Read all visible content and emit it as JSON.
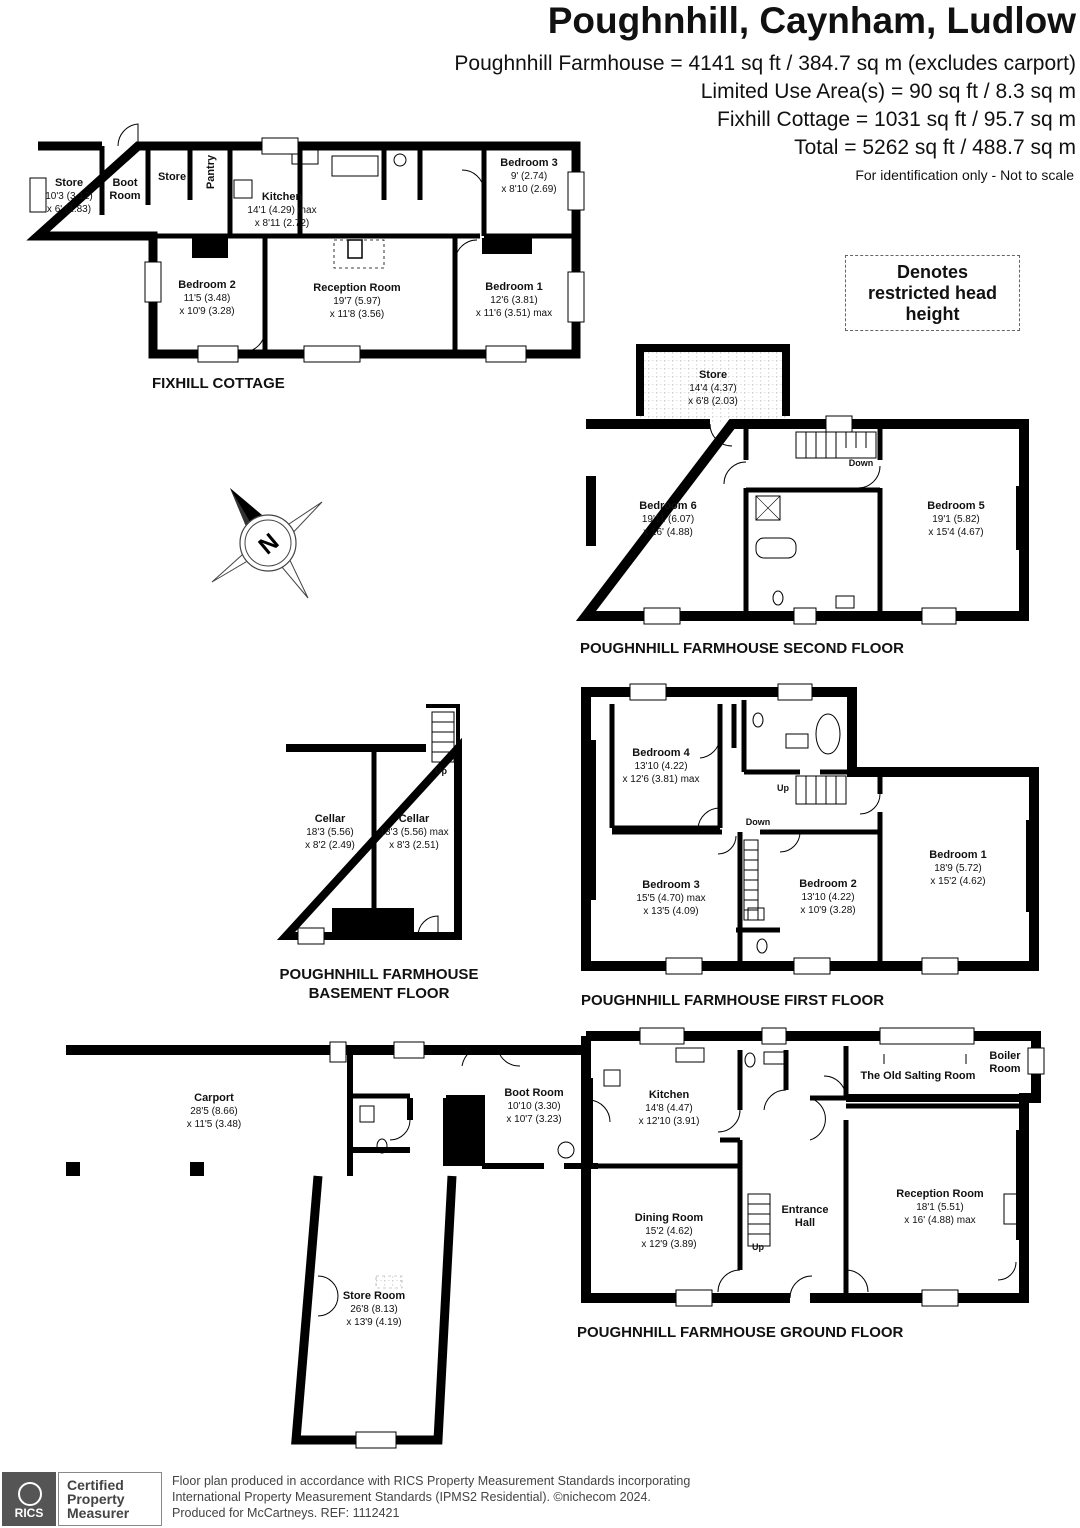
{
  "header": {
    "title": "Poughnhill, Caynham, Ludlow",
    "areas": [
      "Poughnhill Farmhouse = 4141 sq ft / 384.7 sq m (excludes carport)",
      "Limited Use Area(s) = 90 sq ft / 8.3 sq m",
      "Fixhill Cottage = 1031 sq ft / 95.7 sq m",
      "Total = 5262 sq ft / 488.7 sq m"
    ],
    "note": "For identification only - Not to scale"
  },
  "legend": {
    "text": "Denotes restricted head height"
  },
  "compass": {
    "letter": "N"
  },
  "plans": {
    "cottage": {
      "title": "FIXHILL COTTAGE",
      "rooms": {
        "store1": [
          "Store",
          "10'3 (3.12)",
          "x 6' (1.83)"
        ],
        "boot": [
          "Boot",
          "Room"
        ],
        "store2": [
          "Store"
        ],
        "pantry": [
          "Pantry"
        ],
        "kitchen": [
          "Kitchen",
          "14'1 (4.29) max",
          "x 8'11 (2.72)"
        ],
        "bed3": [
          "Bedroom 3",
          "9' (2.74)",
          "x 8'10 (2.69)"
        ],
        "bed2": [
          "Bedroom 2",
          "11'5 (3.48)",
          "x 10'9 (3.28)"
        ],
        "reception": [
          "Reception Room",
          "19'7 (5.97)",
          "x 11'8 (3.56)"
        ],
        "bed1": [
          "Bedroom 1",
          "12'6 (3.81)",
          "x 11'6 (3.51) max"
        ]
      }
    },
    "second": {
      "title": "POUGHNHILL FARMHOUSE SECOND FLOOR",
      "rooms": {
        "store": [
          "Store",
          "14'4 (4.37)",
          "x 6'8 (2.03)"
        ],
        "bed6": [
          "Bedroom 6",
          "19'11 (6.07)",
          "x 16' (4.88)"
        ],
        "bed5": [
          "Bedroom 5",
          "19'1 (5.82)",
          "x 15'4 (4.67)"
        ]
      },
      "down": "Down"
    },
    "basement": {
      "title": "POUGHNHILL FARMHOUSE",
      "title2": "BASEMENT FLOOR",
      "rooms": {
        "cellar1": [
          "Cellar",
          "18'3 (5.56)",
          "x 8'2 (2.49)"
        ],
        "cellar2": [
          "Cellar",
          "18'3 (5.56) max",
          "x 8'3 (2.51)"
        ]
      },
      "up": "Up"
    },
    "first": {
      "title": "POUGHNHILL FARMHOUSE FIRST FLOOR",
      "rooms": {
        "bed4": [
          "Bedroom 4",
          "13'10 (4.22)",
          "x 12'6 (3.81) max"
        ],
        "bed1": [
          "Bedroom 1",
          "18'9 (5.72)",
          "x 15'2 (4.62)"
        ],
        "bed3": [
          "Bedroom 3",
          "15'5 (4.70) max",
          "x 13'5 (4.09)"
        ],
        "bed2": [
          "Bedroom 2",
          "13'10 (4.22)",
          "x 10'9 (3.28)"
        ]
      },
      "up": "Up",
      "down": "Down"
    },
    "ground": {
      "title": "POUGHNHILL FARMHOUSE GROUND FLOOR",
      "rooms": {
        "carport": [
          "Carport",
          "28'5 (8.66)",
          "x 11'5 (3.48)"
        ],
        "boot": [
          "Boot Room",
          "10'10 (3.30)",
          "x 10'7 (3.23)"
        ],
        "kitchen": [
          "Kitchen",
          "14'8 (4.47)",
          "x 12'10 (3.91)"
        ],
        "salting": [
          "The Old Salting Room"
        ],
        "boiler": [
          "Boiler",
          "Room"
        ],
        "dining": [
          "Dining Room",
          "15'2 (4.62)",
          "x 12'9 (3.89)"
        ],
        "entrance": [
          "Entrance",
          "Hall"
        ],
        "reception": [
          "Reception Room",
          "18'1 (5.51)",
          "x 16' (4.88) max"
        ],
        "store": [
          "Store Room",
          "26'8 (8.13)",
          "x 13'9 (4.19)"
        ]
      },
      "up": "Up"
    }
  },
  "footer": {
    "logo": "RICS",
    "cert": [
      "Certified",
      "Property",
      "Measurer"
    ],
    "lines": [
      "Floor plan produced in accordance with RICS Property Measurement Standards incorporating",
      "International Property Measurement Standards (IPMS2 Residential).  ©nichecom 2024.",
      "Produced for McCartneys.  REF: 1112421"
    ]
  }
}
